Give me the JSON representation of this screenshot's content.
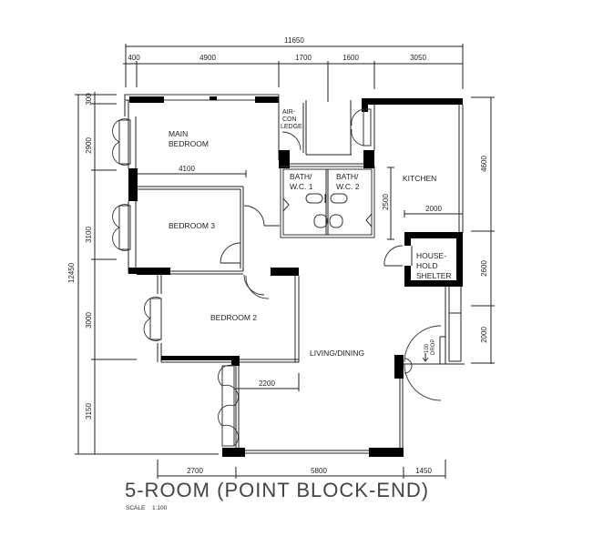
{
  "plan": {
    "title": "5-ROOM (POINT BLOCK-END)",
    "scale_label": "SCALE",
    "scale_value": "1:100"
  },
  "dimensions": {
    "top_total": "11650",
    "top_segments": [
      "400",
      "4900",
      "1700",
      "1600",
      "3050"
    ],
    "left_total": "12450",
    "left_segments": [
      "300",
      "2900",
      "3100",
      "3000",
      "3150"
    ],
    "right_segments": [
      "4600",
      "2600",
      "2000"
    ],
    "bottom_segments": [
      "2700",
      "5800",
      "1450"
    ],
    "inner": {
      "main_bedroom_width": "4100",
      "kitchen_height": "2500",
      "kitchen_width": "2000",
      "living_width": "2200"
    }
  },
  "rooms": {
    "main_bedroom": [
      "MAIN",
      "BEDROOM"
    ],
    "aircon_ledge": [
      "AIR-",
      "CON",
      "LEDGE"
    ],
    "bath1": [
      "BATH/",
      "W.C. 1"
    ],
    "bath2": [
      "BATH/",
      "W.C. 2"
    ],
    "kitchen": "KITCHEN",
    "bedroom3": "BEDROOM 3",
    "bedroom2": "BEDROOM 2",
    "living_dining": "LIVING/DINING",
    "shelter": [
      "HOUSE-",
      "HOLD",
      "SHELTER"
    ],
    "entrance_drop": [
      "100",
      "DROP"
    ]
  }
}
